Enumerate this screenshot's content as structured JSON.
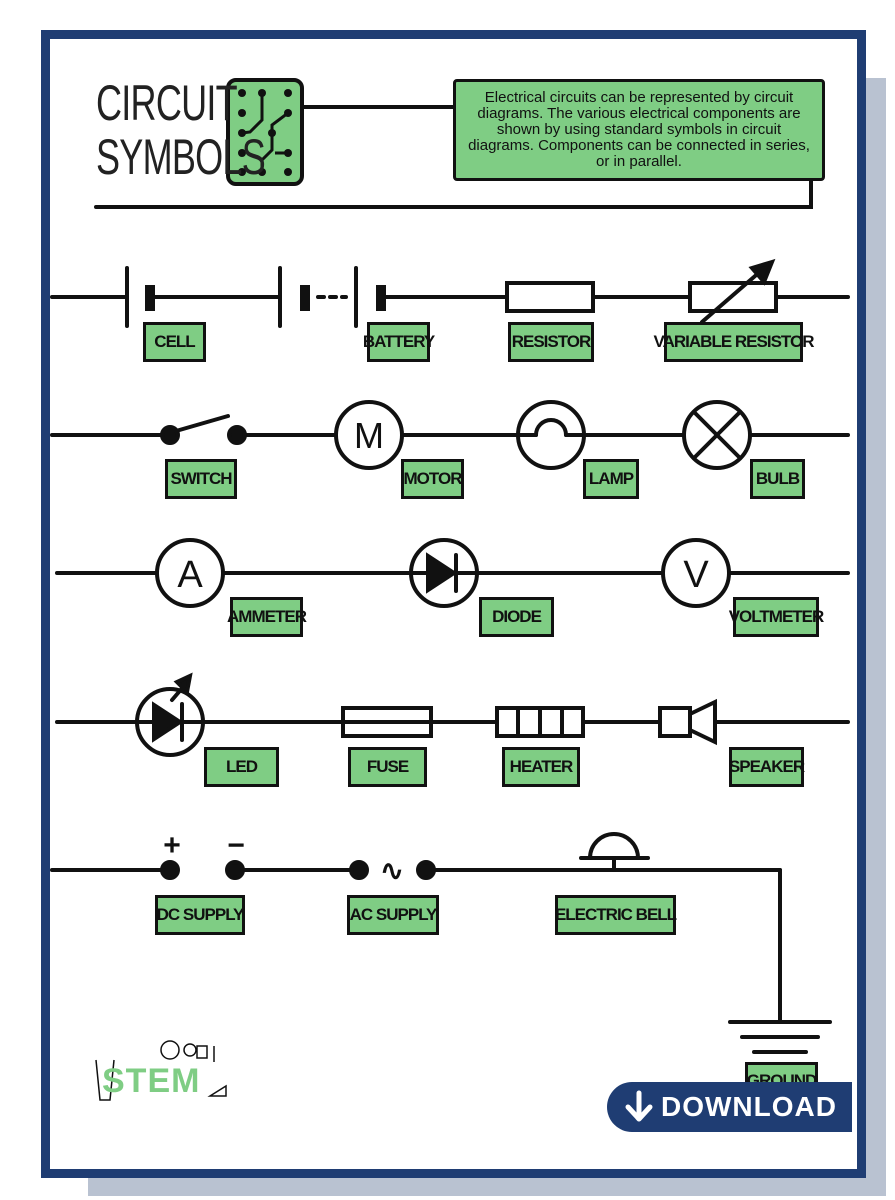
{
  "title": {
    "line1": "CIRCUIT",
    "line2": "SYMBOLS"
  },
  "intro": "Electrical circuits can be represented by circuit diagrams. The various electrical components are shown by using standard symbols in circuit diagrams. Components can be connected in series, or in parallel.",
  "labels": {
    "cell": "CELL",
    "battery": "BATTERY",
    "resistor": "RESISTOR",
    "variable_resistor": "VARIABLE RESISTOR",
    "switch": "SWITCH",
    "motor": "MOTOR",
    "lamp": "LAMP",
    "bulb": "BULB",
    "ammeter": "AMMETER",
    "diode": "DIODE",
    "voltmeter": "VOLTMETER",
    "led": "LED",
    "fuse": "FUSE",
    "heater": "HEATER",
    "speaker": "SPEAKER",
    "dc_supply": "DC SUPPLY",
    "ac_supply": "AC SUPPLY",
    "electric_bell": "ELECTRIC BELL",
    "ground": "GROUND"
  },
  "symbol_text": {
    "motor": "M",
    "ammeter": "A",
    "voltmeter": "V",
    "plus": "+",
    "minus": "−",
    "ac": "∿"
  },
  "logo": {
    "text": "STEM",
    "color": "#7fcd84"
  },
  "download_button": {
    "label": "DOWNLOAD",
    "icon": "download-arrow-icon"
  },
  "colors": {
    "frame": "#1f3d73",
    "label_fill": "#7fcd84",
    "shadow": "#b9c2d1",
    "ink": "#111111"
  }
}
